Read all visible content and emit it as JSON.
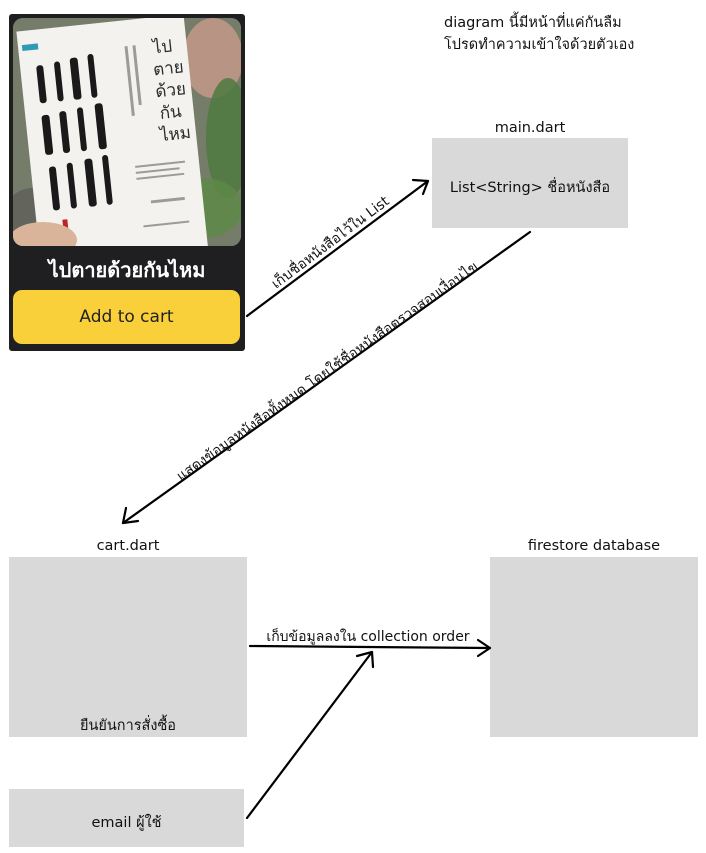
{
  "note": [
    "diagram นี้มีหน้าที่แค่กันลืม",
    "โปรดทำความเข้าใจด้วยตัวเอง"
  ],
  "book_card": {
    "cover_title_lines": [
      "ไป",
      "ตาย",
      "ด้วย",
      "กัน",
      "ไหม"
    ],
    "title": "ไปตายด้วยกันไหม",
    "button_label": "Add to cart"
  },
  "main_box": {
    "title": "main.dart",
    "content": "List<String> ชื่อหนังสือ"
  },
  "cart_box": {
    "title": "cart.dart",
    "content": "ยืนยันการสั่งซื้อ"
  },
  "firestore_box": {
    "title": "firestore database"
  },
  "email_box": {
    "content": "email ผู้ใช้"
  },
  "edges": {
    "card_to_main": "เก็บชื่อหนังสือไว้ใน List",
    "main_to_cart": "แสดงข้อมูลหนังสือทั้งหมด โดยใช้ชื่อหนังสือตรวจสอบเงื่อนไข",
    "cart_to_firestore": "เก็บข้อมูลลงใน collection order"
  },
  "colors": {
    "box_fill": "#d9d9d9",
    "card_bg": "#1f1f22",
    "button": "#f9cf3a"
  }
}
